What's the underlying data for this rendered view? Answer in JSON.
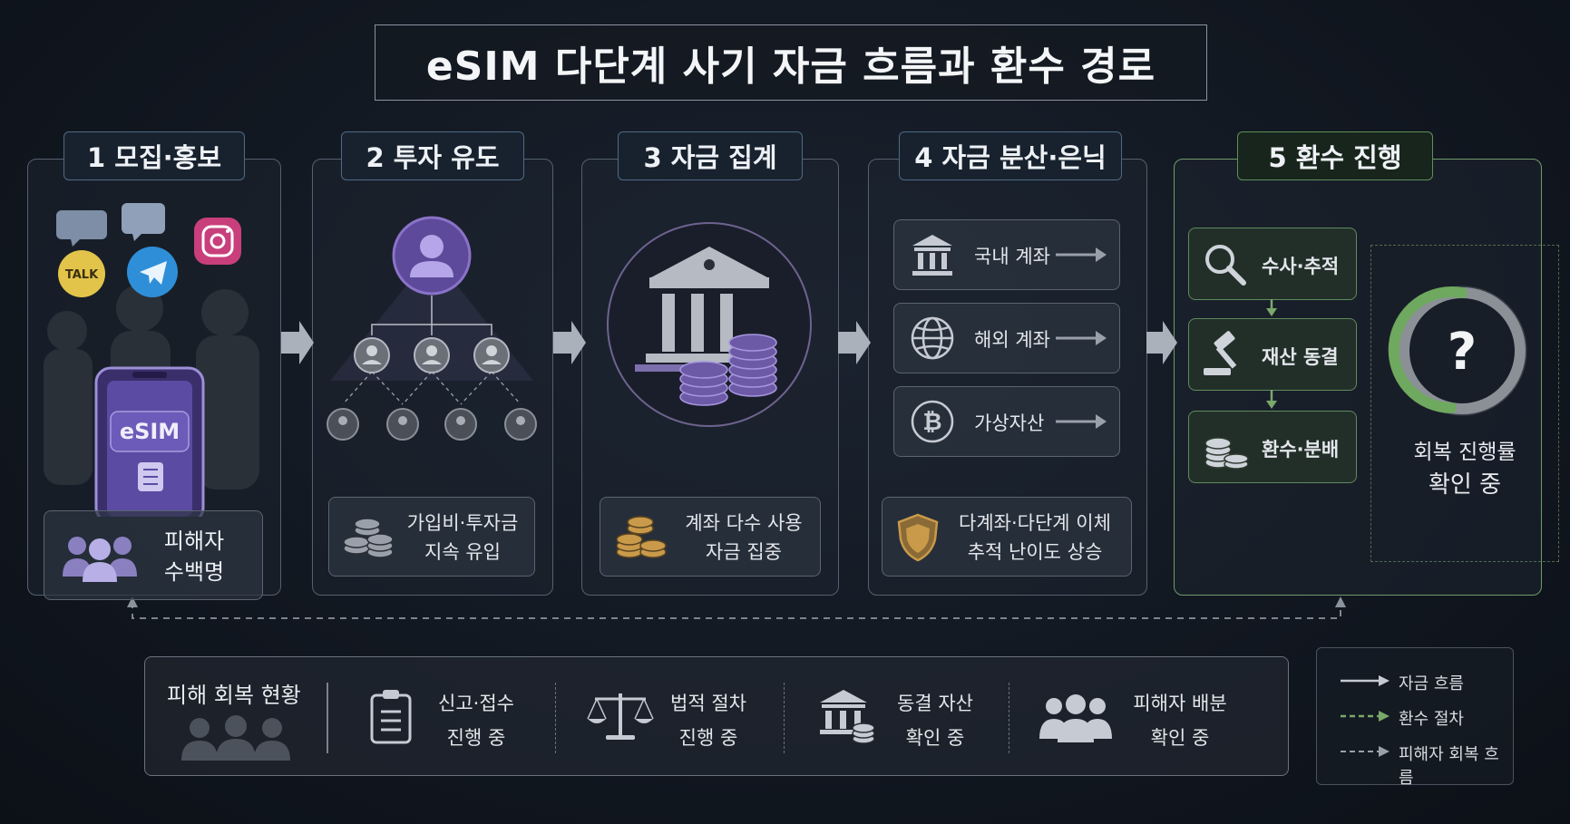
{
  "title": "eSIM 다단계 사기 자금 흐름과 환수 경로",
  "steps": [
    {
      "label": "1 모집·홍보"
    },
    {
      "label": "2 투자 유도"
    },
    {
      "label": "3 자금 집계"
    },
    {
      "label": "4 자금 분산·은닉"
    },
    {
      "label": "5 환수 진행"
    }
  ],
  "step1": {
    "chat_badge": "TALK",
    "phone_label": "eSIM",
    "victims_line1": "피해자",
    "victims_line2": "수백명"
  },
  "step2": {
    "note_line1": "가입비·투자금",
    "note_line2": "지속 유입"
  },
  "step3": {
    "note_line1": "계좌 다수 사용",
    "note_line2": "자금 집중"
  },
  "step4": {
    "channels": [
      "국내 계좌",
      "해외 계좌",
      "가상자산"
    ],
    "note_line1": "다계좌·다단계 이체",
    "note_line2": "추적 난이도 상승"
  },
  "step5": {
    "actions": [
      "수사·추적",
      "재산 동결",
      "환수·분배"
    ],
    "gauge_symbol": "?",
    "progress_line1": "회복 진행률",
    "progress_line2": "확인 중"
  },
  "recovery": {
    "title": "피해 회복 현황",
    "items": [
      {
        "line1": "신고·접수",
        "line2": "진행 중"
      },
      {
        "line1": "법적 절차",
        "line2": "진행 중"
      },
      {
        "line1": "동결 자산",
        "line2": "확인 중"
      },
      {
        "line1": "피해자 배분",
        "line2": "확인 중"
      }
    ]
  },
  "legend": [
    {
      "label": "자금 흐름"
    },
    {
      "label": "환수 절차"
    },
    {
      "label": "피해자 회복 흐름"
    }
  ],
  "colors": {
    "accent_purple": "#8a72c8",
    "accent_green": "#7aa86a",
    "gold": "#c99a4a",
    "panel_border": "#56606e"
  }
}
